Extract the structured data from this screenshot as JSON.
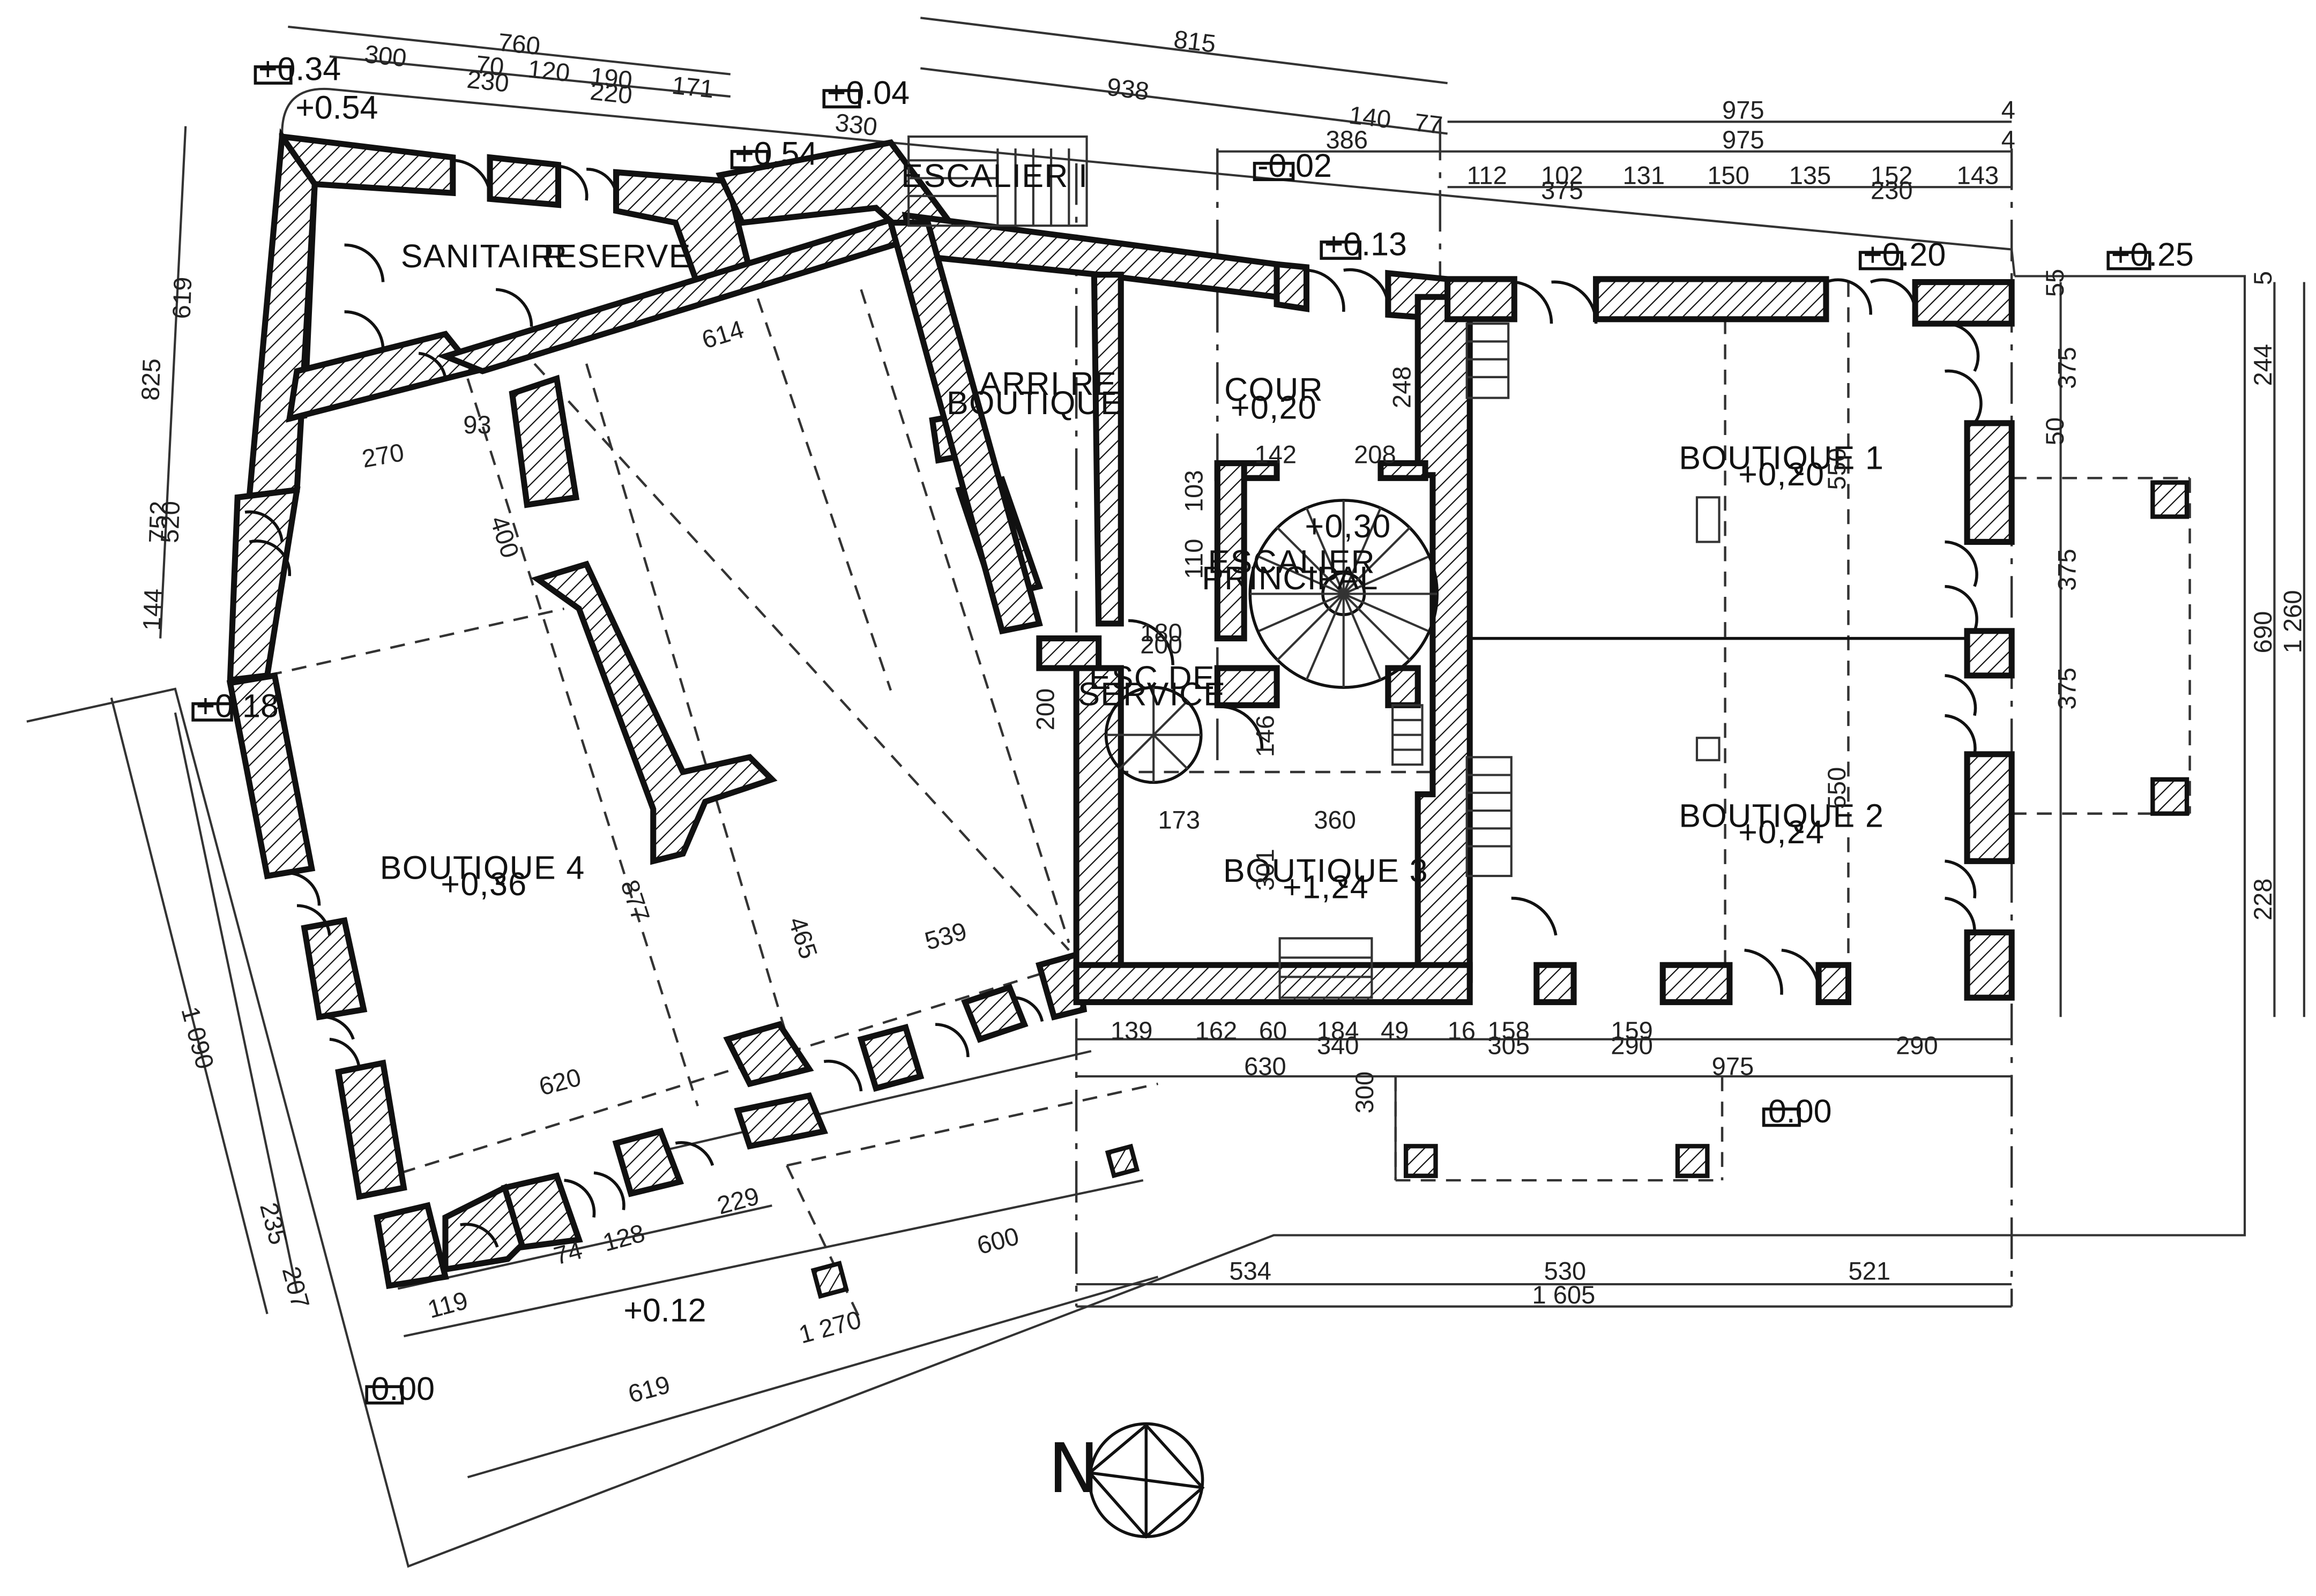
{
  "rooms": {
    "sanitaires": "SANITAIRES",
    "reserve": "R SERVE",
    "escalier_1": "ESCALIER I",
    "arriere_boutique_l1": "ARRI RE",
    "arriere_boutique_l2": "BOUTIQUE",
    "cour": "COUR",
    "cour_level": "+0,20",
    "escalier_principal_l1": "ESCALIER",
    "escalier_principal_l2": "PRINCIPAL",
    "escalier_principal_level": "+0,30",
    "esc_service_l1": "ESC DE",
    "esc_service_l2": "SERVICE",
    "boutique_1": "BOUTIQUE 1",
    "boutique_1_level": "+0,20",
    "boutique_2": "BOUTIQUE 2",
    "boutique_2_level": "+0,24",
    "boutique_3": "BOUTIQUE 3",
    "boutique_3_level": "+1,24",
    "boutique_4": "BOUTIQUE 4",
    "boutique_4_level": "+0,36"
  },
  "levels": {
    "l034": "+0.34",
    "l054a": "+0.54",
    "l054b": "+0.54",
    "l004": "+0.04",
    "lm002": "-0.02",
    "l013": "+0.13",
    "l020": "+0.20",
    "l025": "+0.25",
    "l018": "+0.18",
    "l012": "+0.12",
    "l000a": "0.00",
    "l000b": "0.00"
  },
  "dimensions": {
    "top_760": "760",
    "top_300": "300",
    "top_70": "70",
    "top_120": "120",
    "top_190": "190",
    "top_171": "171",
    "top_230": "230",
    "top_220": "220",
    "top_815": "815",
    "top_938": "938",
    "top_140": "140",
    "top_77": "77",
    "top_330": "330",
    "top_975a": "975",
    "top_975b": "975",
    "top_386": "386",
    "top_4a": "4",
    "top_4b": "4",
    "row_112": "112",
    "row_102": "102",
    "row_131": "131",
    "row_150": "150",
    "row_135": "135",
    "row_152": "152",
    "row_143": "143",
    "row_375": "375",
    "row_230": "230",
    "left_825": "825",
    "left_619": "619",
    "left_752": "752",
    "left_520": "520",
    "left_144": "144",
    "right_244": "244",
    "right_690": "690",
    "right_1260": "1 260",
    "right_228": "228",
    "right_375a": "375",
    "right_375b": "375",
    "right_375c": "375",
    "right_50": "50",
    "right_55": "55",
    "right_5": "5",
    "inner_550a": "550",
    "inner_550b": "550",
    "inner_614": "614",
    "inner_270": "270",
    "inner_93": "93",
    "inner_400": "400",
    "inner_208": "208",
    "inner_142": "142",
    "inner_248": "248",
    "inner_103": "103",
    "inner_110": "110",
    "inner_200a": "200",
    "inner_200b": "200",
    "inner_180": "180",
    "inner_146": "146",
    "inner_173": "173",
    "inner_360": "360",
    "inner_301": "301",
    "inner_539": "539",
    "inner_877": "877",
    "inner_620": "620",
    "inner_465": "465",
    "bottom_139": "139",
    "bottom_162": "162",
    "bottom_60": "60",
    "bottom_184": "184",
    "bottom_340": "340",
    "bottom_49": "49",
    "bottom_16": "16",
    "bottom_158": "158",
    "bottom_305": "305",
    "bottom_159": "159",
    "bottom_290a": "290",
    "bottom_290b": "290",
    "bottom_630": "630",
    "bottom_975": "975",
    "bottom_300": "300",
    "bottom_534": "534",
    "bottom_530": "530",
    "bottom_521": "521",
    "bottom_1605": "1 605",
    "bottom_1270": "1 270",
    "bottom_619": "619",
    "bottom_600": "600",
    "bottom_229": "229",
    "bottom_74": "74",
    "bottom_128": "128",
    "bottom_119": "119",
    "bottom_1090": "1 090",
    "bottom_207": "207",
    "bottom_235": "235"
  },
  "compass": {
    "north": "N"
  }
}
